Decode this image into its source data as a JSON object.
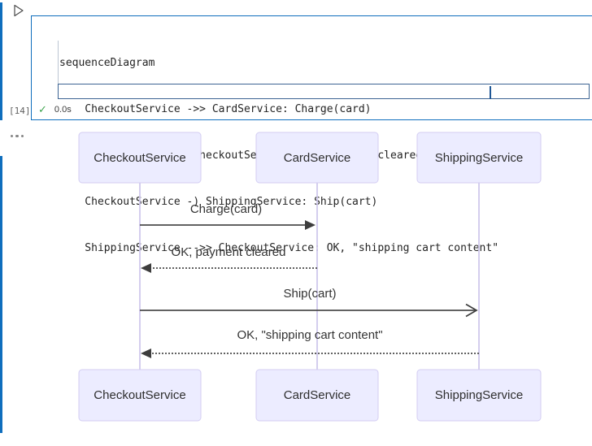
{
  "cell": {
    "run_icon": "play-outline-icon",
    "execution_count": "[14]",
    "status": {
      "success_icon": "check-icon",
      "duration": "0.0s"
    },
    "code": {
      "language": "mermaid",
      "lines": [
        "sequenceDiagram",
        "    CheckoutService ->> CardService: Charge(card)",
        "    CardService -->> CheckoutService: OK, payment cleared",
        "    CheckoutService -) ShippingService: Ship(cart)",
        "    ShippingService -->> CheckoutService: OK, \"shipping cart content\""
      ]
    }
  },
  "output": {
    "collapse_indicator": "...",
    "diagram": {
      "type": "sequence",
      "actors": [
        "CheckoutService",
        "CardService",
        "ShippingService"
      ],
      "messages": [
        {
          "from": "CheckoutService",
          "to": "CardService",
          "label": "Charge(card)",
          "line": "solid",
          "head": "filled"
        },
        {
          "from": "CardService",
          "to": "CheckoutService",
          "label": "OK, payment cleared",
          "line": "dotted",
          "head": "filled"
        },
        {
          "from": "CheckoutService",
          "to": "ShippingService",
          "label": "Ship(cart)",
          "line": "solid",
          "head": "open"
        },
        {
          "from": "ShippingService",
          "to": "CheckoutService",
          "label": "OK, \"shipping cart content\"",
          "line": "dotted",
          "head": "filled"
        }
      ]
    }
  },
  "colors": {
    "accent_blue": "#0f6ebd",
    "success_green": "#3da44d",
    "actor_fill": "#ececff",
    "actor_border": "#d3cdf2",
    "lifeline": "#cfc8ec",
    "arrow": "#4b4b4b",
    "code_text": "#242424"
  }
}
